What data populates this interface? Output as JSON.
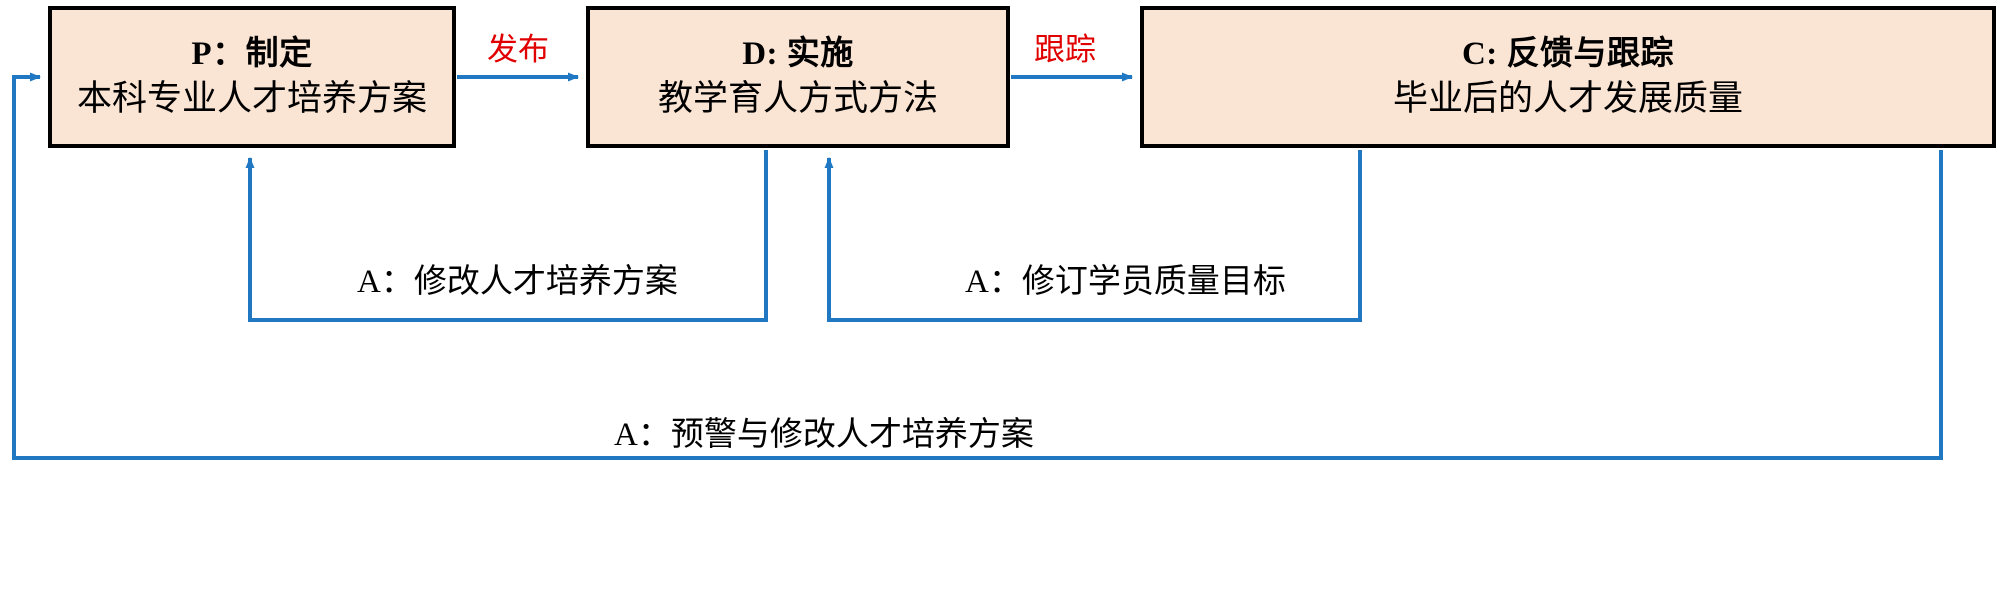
{
  "diagram": {
    "type": "pdca-cycle-flowchart",
    "colors": {
      "node_fill": "#fae4d4",
      "node_border": "#000000",
      "arrow": "#1f78c1",
      "edge_label": "#e00000",
      "loop_label": "#000000",
      "background": "#ffffff"
    },
    "nodes": [
      {
        "id": "p",
        "line1": "P：制定",
        "line2": "本科专业人才培养方案"
      },
      {
        "id": "d",
        "line1": "D: 实施",
        "line2": "教学育人方式方法"
      },
      {
        "id": "c",
        "line1": "C: 反馈与跟踪",
        "line2": "毕业后的人才发展质量"
      }
    ],
    "edges": [
      {
        "id": "p-to-d",
        "label": "发布",
        "from": "p",
        "to": "d"
      },
      {
        "id": "d-to-c",
        "label": "跟踪",
        "from": "d",
        "to": "c"
      }
    ],
    "feedback_loops": [
      {
        "id": "a1",
        "label": "A：修改人才培养方案",
        "from": "d",
        "to": "p"
      },
      {
        "id": "a2",
        "label": "A：修订学员质量目标",
        "from": "c",
        "to": "d"
      },
      {
        "id": "a3",
        "label": "A：预警与修改人才培养方案",
        "from": "c",
        "to": "p"
      }
    ]
  }
}
